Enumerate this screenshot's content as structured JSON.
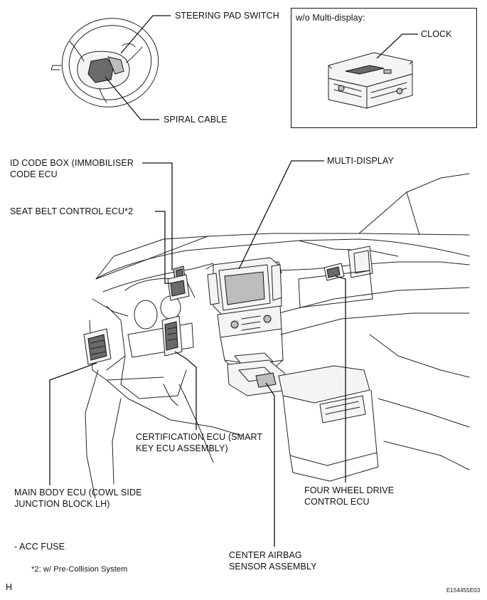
{
  "labels": {
    "steering_pad_switch": "STEERING PAD SWITCH",
    "spiral_cable": "SPIRAL CABLE",
    "inset_title": "w/o Multi-display:",
    "clock": "CLOCK",
    "id_code_box_line1": "ID CODE BOX (IMMOBILISER",
    "id_code_box_line2": "CODE ECU",
    "seat_belt_control_ecu": "SEAT BELT CONTROL ECU*2",
    "multi_display": "MULTI-DISPLAY",
    "certification_ecu_line1": "CERTIFICATION ECU (SMART",
    "certification_ecu_line2": "KEY ECU ASSEMBLY)",
    "main_body_ecu_line1": "MAIN BODY ECU (COWL SIDE",
    "main_body_ecu_line2": "JUNCTION BLOCK LH)",
    "four_wheel_drive_line1": "FOUR WHEEL DRIVE",
    "four_wheel_drive_line2": "CONTROL ECU",
    "center_airbag_line1": "CENTER AIRBAG",
    "center_airbag_line2": "SENSOR ASSEMBLY"
  },
  "notes": {
    "acc_fuse": "- ACC FUSE",
    "footnote": "*2: w/ Pre-Collision System"
  },
  "corner": {
    "left": "H",
    "right": "E154455E03"
  }
}
